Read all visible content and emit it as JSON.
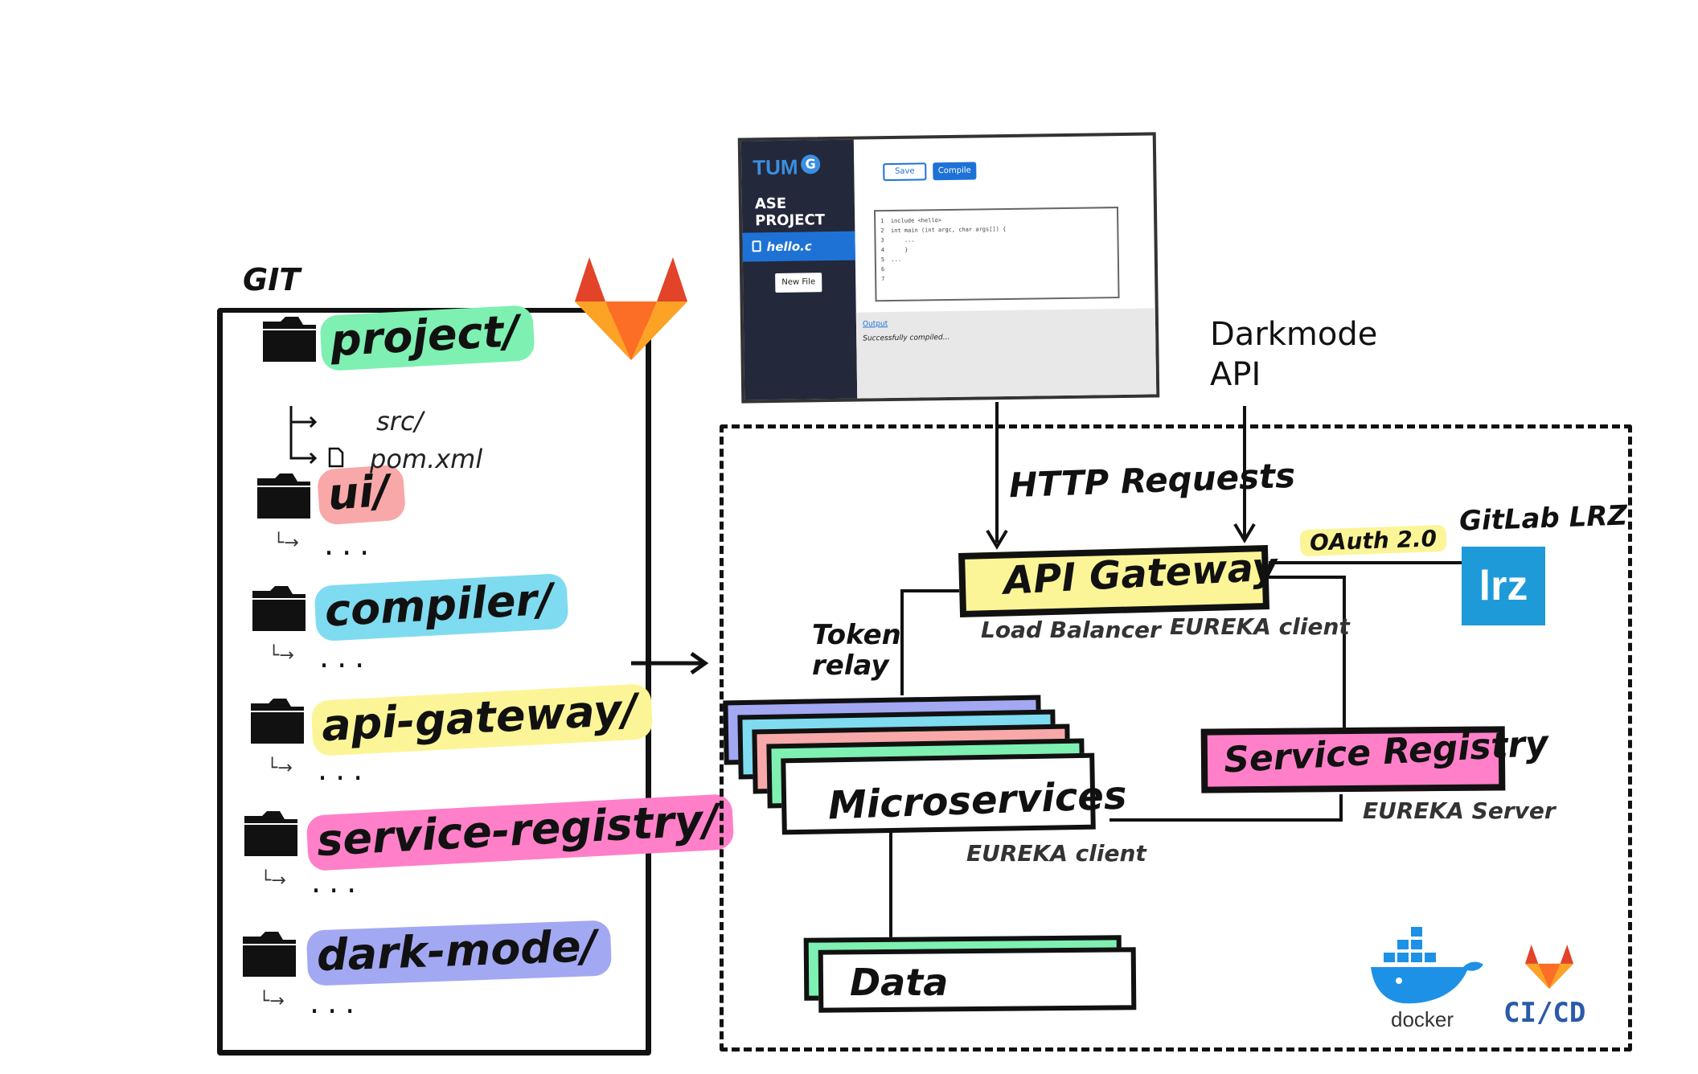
{
  "git": {
    "title": "GIT",
    "repos": [
      {
        "label": "project/",
        "color": "#7ef0b2"
      },
      {
        "label": "ui/",
        "color": "#f8a8a8"
      },
      {
        "label": "compiler/",
        "color": "#7fdbf0"
      },
      {
        "label": "api-gateway/",
        "color": "#fbf597"
      },
      {
        "label": "service-registry/",
        "color": "#ff80c8"
      },
      {
        "label": "dark-mode/",
        "color": "#a3a8f2"
      }
    ],
    "project_children": [
      "src/",
      "pom.xml"
    ],
    "ellipsis": "..."
  },
  "app": {
    "logo": "TUM",
    "logo_badge": "G",
    "project_title": "ASE PROJECT",
    "file": "hello.c",
    "new_file_button": "New File",
    "save_button": "Save",
    "compile_button": "Compile",
    "code_lines": [
      "1  include <hello>",
      "2  int main (int argc, char args[]) {",
      "3      ...",
      "4      }",
      "5  ...",
      "6",
      "7"
    ],
    "output_label": "Output",
    "output_text": "Successfully compiled..."
  },
  "architecture": {
    "http_requests": "HTTP Requests",
    "darkmode_api_line1": "Darkmode",
    "darkmode_api_line2": "API",
    "api_gateway": "API Gateway",
    "load_balancer": "Load Balancer",
    "eureka_client": "EUREKA client",
    "oauth": "OAuth 2.0",
    "gitlab_lrz": "GitLab LRZ",
    "lrz_logo": "lrz",
    "token_relay_line1": "Token",
    "token_relay_line2": "relay",
    "microservices": "Microservices",
    "microservices_eureka": "EUREKA client",
    "service_registry": "Service Registry",
    "eureka_server": "EUREKA Server",
    "data": "Data",
    "docker": "docker",
    "cicd": "CI/CD",
    "microservice_layer_colors": [
      "#a3a8f2",
      "#7fdbf0",
      "#f8a8a8",
      "#7ef0b2"
    ],
    "data_layer_color": "#7ef0b2"
  }
}
